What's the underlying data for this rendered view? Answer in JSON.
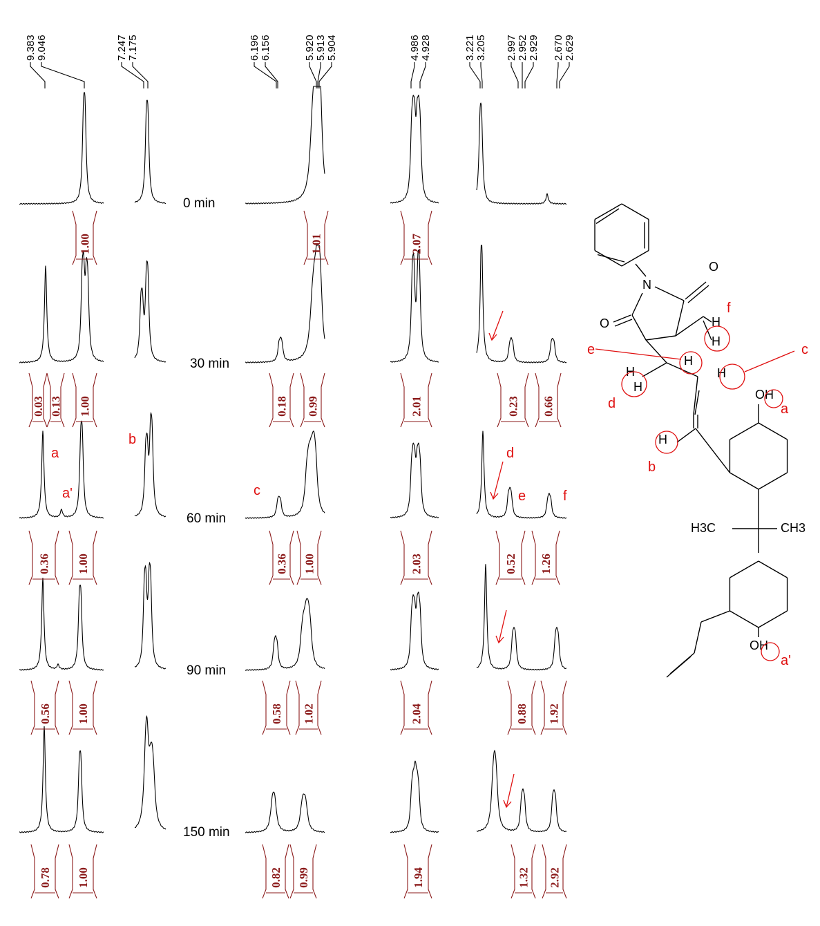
{
  "chart_data": {
    "type": "line",
    "title": "",
    "xlabel": "",
    "ylabel": "",
    "x_unit": "ppm",
    "peak_labels": [
      "9.383",
      "9.046",
      "7.247",
      "7.175",
      "6.196",
      "6.156",
      "5.920",
      "5.913",
      "5.904",
      "4.986",
      "4.928",
      "3.221",
      "3.205",
      "2.997",
      "2.952",
      "2.929",
      "2.670",
      "2.629"
    ],
    "series": [
      {
        "time": "0 min",
        "integrals": [
          "1.00",
          "1.01",
          "2.07"
        ]
      },
      {
        "time": "30 min",
        "integrals": [
          "0.03",
          "0.13",
          "1.00",
          "0.18",
          "0.99",
          "2.01",
          "0.23",
          "0.66"
        ]
      },
      {
        "time": "60 min",
        "integrals": [
          "0.36",
          "1.00",
          "0.36",
          "1.00",
          "2.03",
          "0.52",
          "1.26"
        ]
      },
      {
        "time": "90 min",
        "integrals": [
          "0.56",
          "1.00",
          "0.58",
          "1.02",
          "2.04",
          "0.88",
          "1.92"
        ]
      },
      {
        "time": "150 min",
        "integrals": [
          "0.78",
          "1.00",
          "0.82",
          "0.99",
          "1.94",
          "1.32",
          "2.92"
        ]
      }
    ],
    "peak_assignments": [
      "a",
      "a'",
      "b",
      "c",
      "d",
      "e",
      "f"
    ]
  },
  "structure": {
    "labels": {
      "a": "a",
      "a_prime": "a'",
      "b": "b",
      "c": "c",
      "d": "d",
      "e": "e",
      "f": "f",
      "O": "O",
      "N": "N",
      "OH": "OH",
      "H": "H",
      "CH3_left": "H3C",
      "CH3_right": "CH3"
    }
  },
  "colors": {
    "spectrum": "#000000",
    "integral": "#8b1a1a",
    "annotation": "#e01010"
  }
}
